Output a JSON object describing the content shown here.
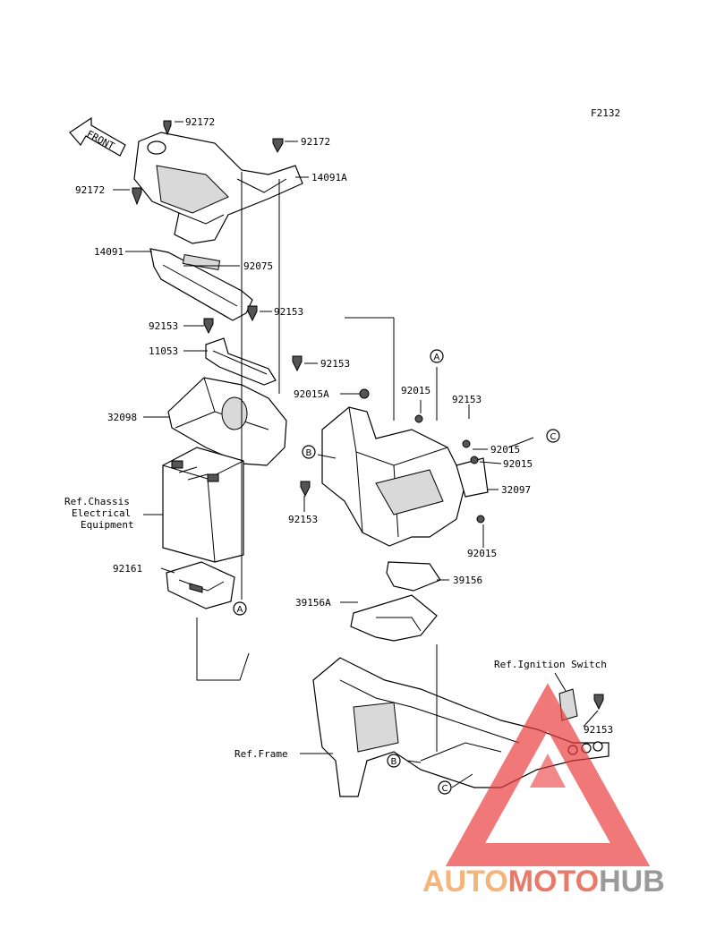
{
  "diagram_code": "F2132",
  "front_arrow_label": "FRONT",
  "part_numbers": {
    "p92172_a": "92172",
    "p92172_b": "92172",
    "p92172_c": "92172",
    "p14091A": "14091A",
    "p14091": "14091",
    "p92075": "92075",
    "p92153_a": "92153",
    "p92153_b": "92153",
    "p92153_c": "92153",
    "p92153_d": "92153",
    "p92153_e": "92153",
    "p92153_f": "92153",
    "p11053": "11053",
    "p32098": "32098",
    "p92015A": "92015A",
    "p92015_a": "92015",
    "p92015_b": "92015",
    "p92015_c": "92015",
    "p92015_d": "92015",
    "p32097": "32097",
    "p92161": "92161",
    "p39156": "39156",
    "p39156A": "39156A"
  },
  "references": {
    "chassis_line1": "Ref.Chassis",
    "chassis_line2": "Electrical",
    "chassis_line3": "Equipment",
    "ignition": "Ref.Ignition Switch",
    "frame": "Ref.Frame"
  },
  "callouts": {
    "a1": "A",
    "a2": "A",
    "b1": "B",
    "b2": "B",
    "c1": "C",
    "c2": "C"
  },
  "watermark": {
    "auto": "AUTO",
    "moto": "MOTO",
    "hub": "HUB",
    "color_auto": "#f4b47a",
    "color_moto": "#e87a6a",
    "color_hub": "#9a9a9a",
    "triangle_color": "#e8393a"
  }
}
